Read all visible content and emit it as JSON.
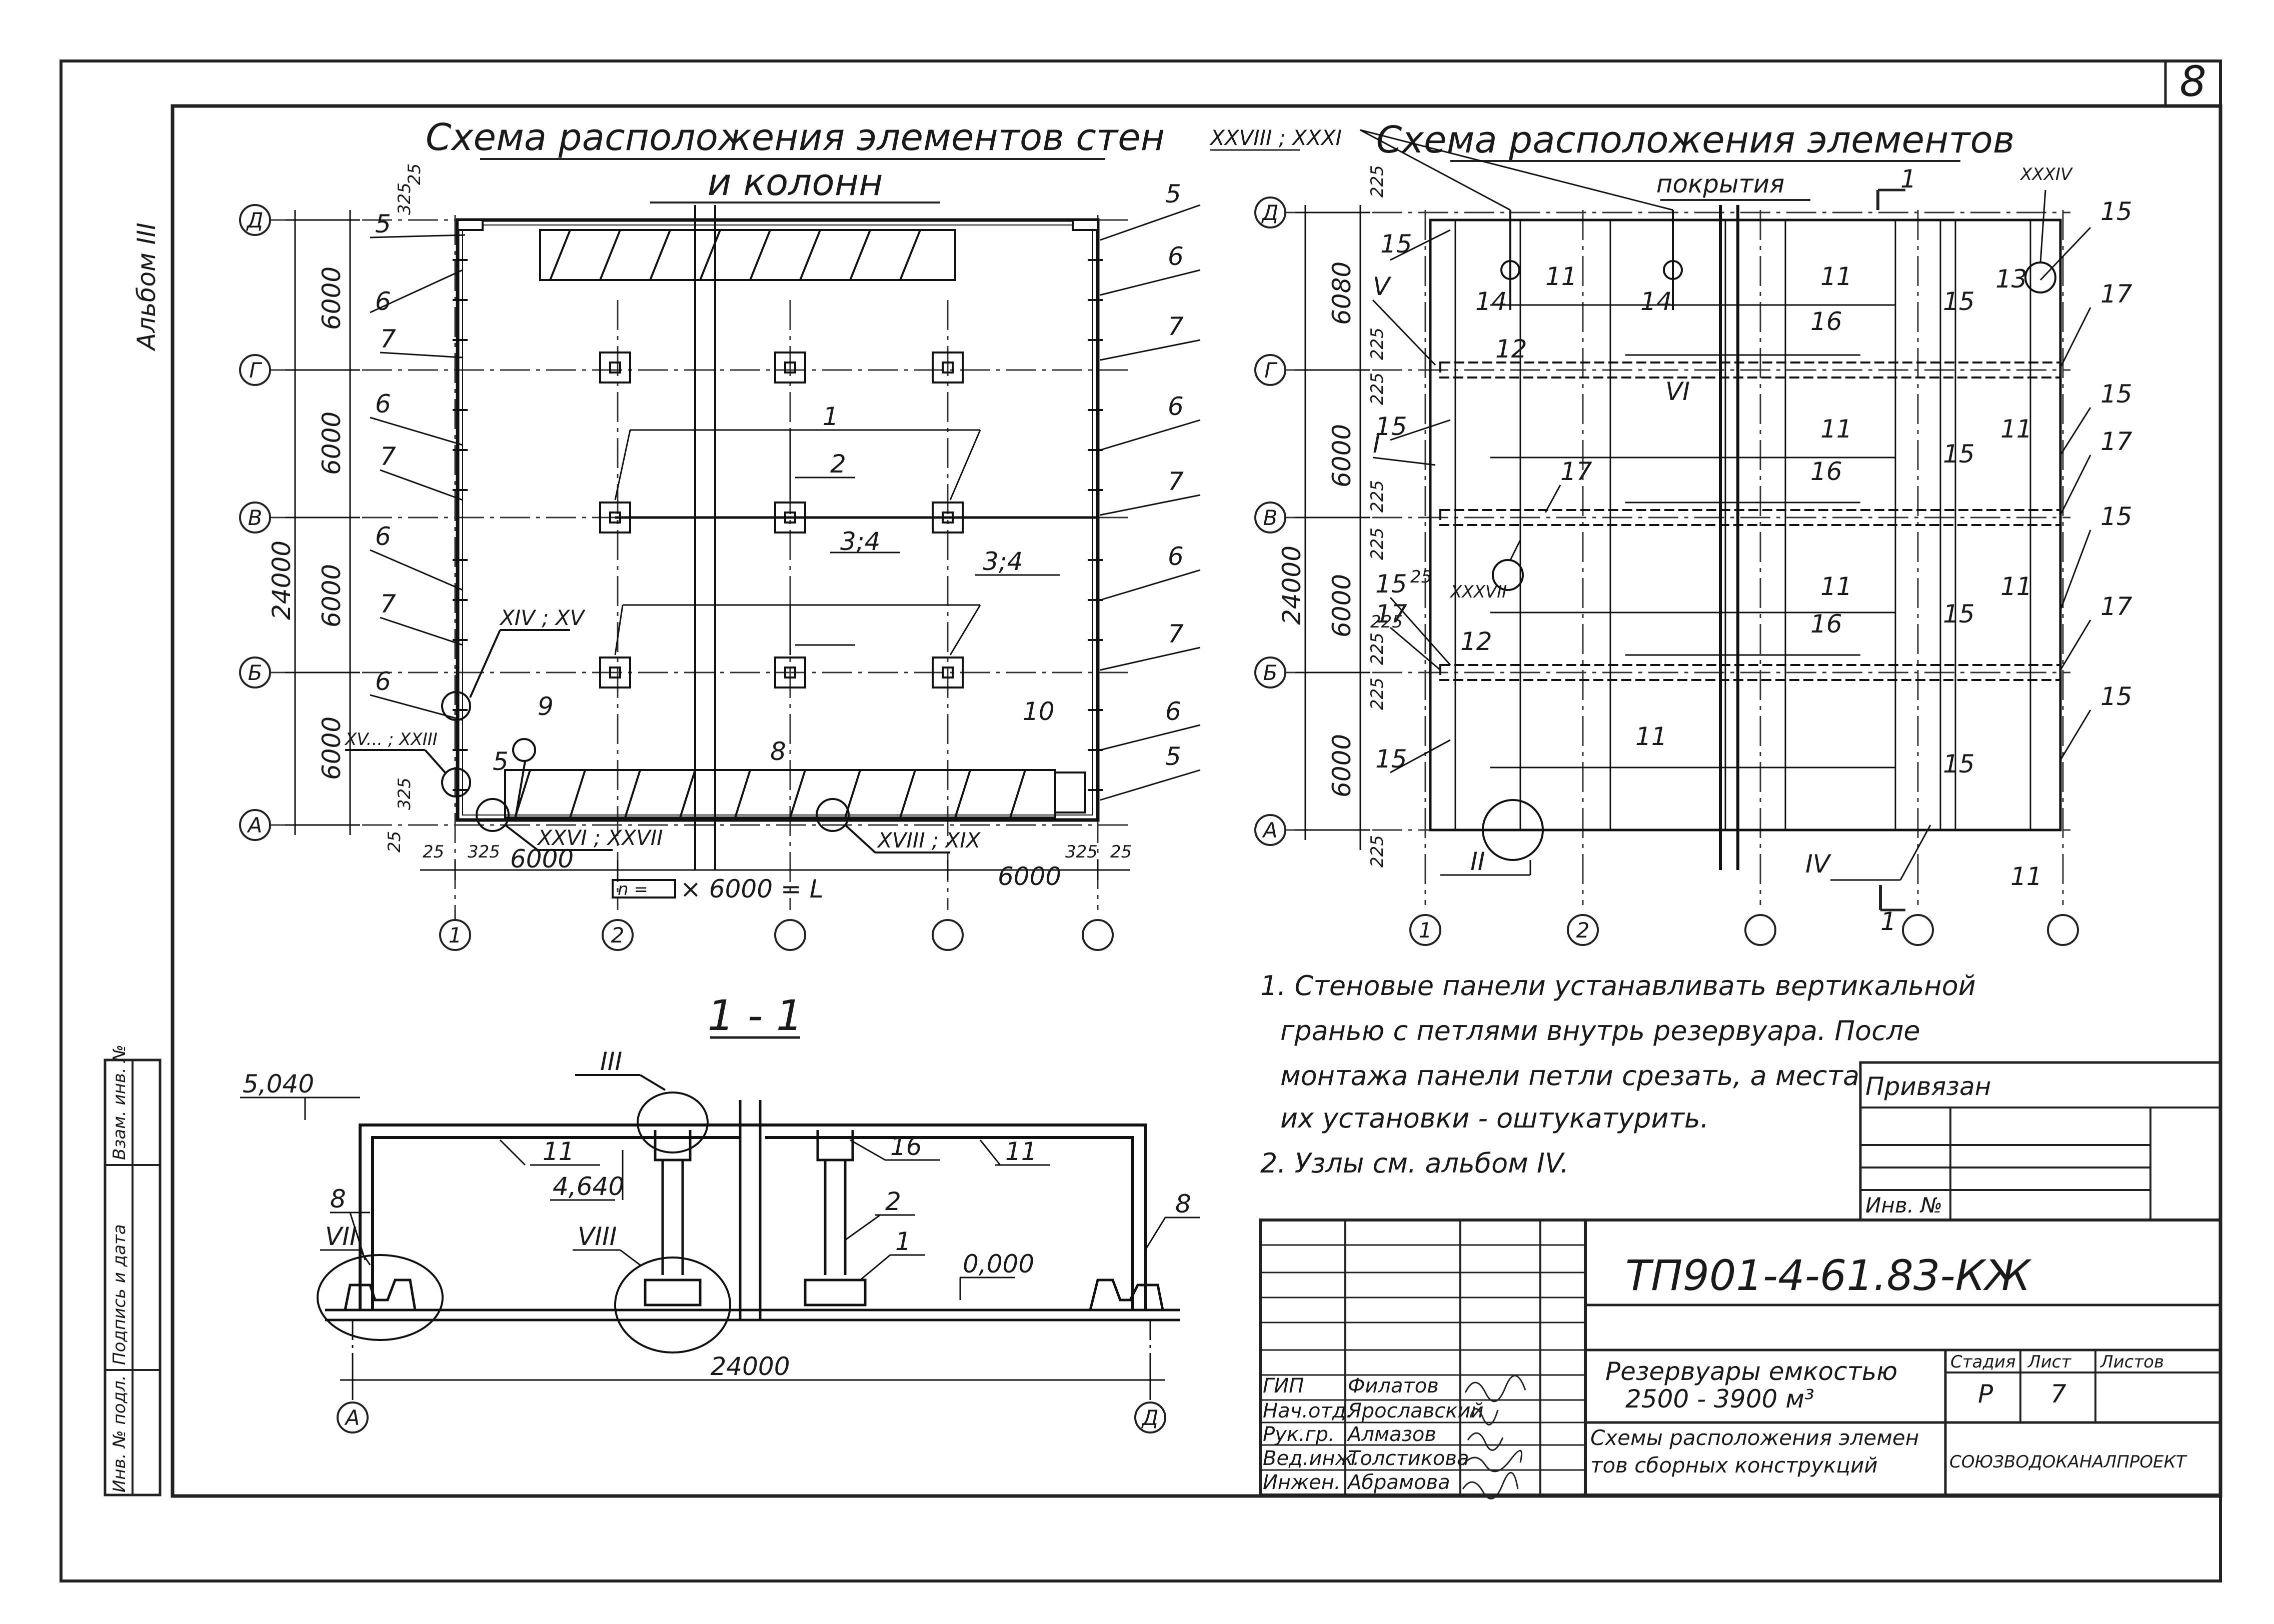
{
  "sheet": {
    "page_number": "8",
    "album_label": "Альбом III",
    "side_labels": [
      "Взам. инв. №",
      "Подпись и дата",
      "Инв. № подл."
    ]
  },
  "left_plan": {
    "title_line1": "Схема расположения элементов стен",
    "title_line2": "и колонн",
    "axes_letters": [
      "Д",
      "Г",
      "В",
      "Б",
      "А"
    ],
    "axes_numbers": [
      "1",
      "2",
      "",
      "",
      ""
    ],
    "dims_vertical": [
      "6000",
      "6000",
      "6000",
      "6000"
    ],
    "dim_total": "24000",
    "dims_horizontal": [
      "6000",
      "6000"
    ],
    "span_formula": "× 6000 = L",
    "span_box": "n =",
    "small_dims": [
      "325",
      "25",
      "25",
      "325",
      "25",
      "325",
      "325",
      "25"
    ],
    "callouts": [
      "XIV ; XV",
      "XV... ; XXIII",
      "XXVI ; XXVII",
      "XVIII ; XIX"
    ],
    "marks": [
      "1",
      "2",
      "3;4",
      "3;4",
      "5",
      "6",
      "7",
      "8",
      "9",
      "10"
    ]
  },
  "right_plan": {
    "title_line1": "Схема расположения элементов",
    "title_line2": "покрытия",
    "section_mark": "1",
    "callout_top": "XXVIII ; XXXI",
    "callout_top_right": "XXXIV",
    "callout_mid": "XXXVII",
    "dims_vertical": [
      "6080",
      "6000",
      "6000",
      "6000"
    ],
    "dim_total": "24000",
    "small_dims": [
      "225",
      "225",
      "225",
      "225",
      "225",
      "225",
      "225",
      "225",
      "225",
      "25"
    ],
    "roman_marks": [
      "V",
      "I",
      "VI",
      "II",
      "IV"
    ],
    "marks": [
      "11",
      "12",
      "13",
      "14",
      "15",
      "16",
      "17"
    ],
    "axes_letters": [
      "Д",
      "Г",
      "В",
      "Б",
      "А"
    ],
    "axes_numbers": [
      "1",
      "2",
      "",
      "",
      ""
    ]
  },
  "section": {
    "title": "1 - 1",
    "elev_top": "5,040",
    "elev_mid": "4,640",
    "elev_zero": "0,000",
    "span": "24000",
    "axis_left": "А",
    "axis_right": "Д",
    "nodes": [
      "III",
      "VII",
      "VIII"
    ],
    "marks": [
      "11",
      "16",
      "11",
      "8",
      "8",
      "2",
      "1"
    ]
  },
  "notes": {
    "n1_line1": "1. Стеновые панели устанавливать вертикальной",
    "n1_line2": "гранью с петлями внутрь резервуара. После",
    "n1_line3": "монтажа панели петли срезать, а места",
    "n1_line4": "их установки - оштукатурить.",
    "n2": "2. Узлы см. альбом IV."
  },
  "binding_box": {
    "title": "Привязан",
    "inv": "Инв. №"
  },
  "title_block": {
    "code": "ТП901-4-61.83-КЖ",
    "project_line1": "Резервуары емкостью",
    "project_line2": "2500 - 3900 м³",
    "sheet_line1": "Схемы расположения элемен",
    "sheet_line2": "тов сборных конструкций",
    "stage_h": "Стадия",
    "sheet_h": "Лист",
    "sheets_h": "Листов",
    "stage": "Р",
    "sheet_no": "7",
    "sheets": "",
    "org": "СОЮЗВОДОКАНАЛПРОЕКТ",
    "people": [
      {
        "role": "ГИП",
        "name": "Филатов"
      },
      {
        "role": "Нач.отд.",
        "name": "Ярославский"
      },
      {
        "role": "Рук.гр.",
        "name": "Алмазов"
      },
      {
        "role": "Вед.инж.",
        "name": "Толстикова"
      },
      {
        "role": "Инжен.",
        "name": "Абрамова"
      }
    ]
  }
}
